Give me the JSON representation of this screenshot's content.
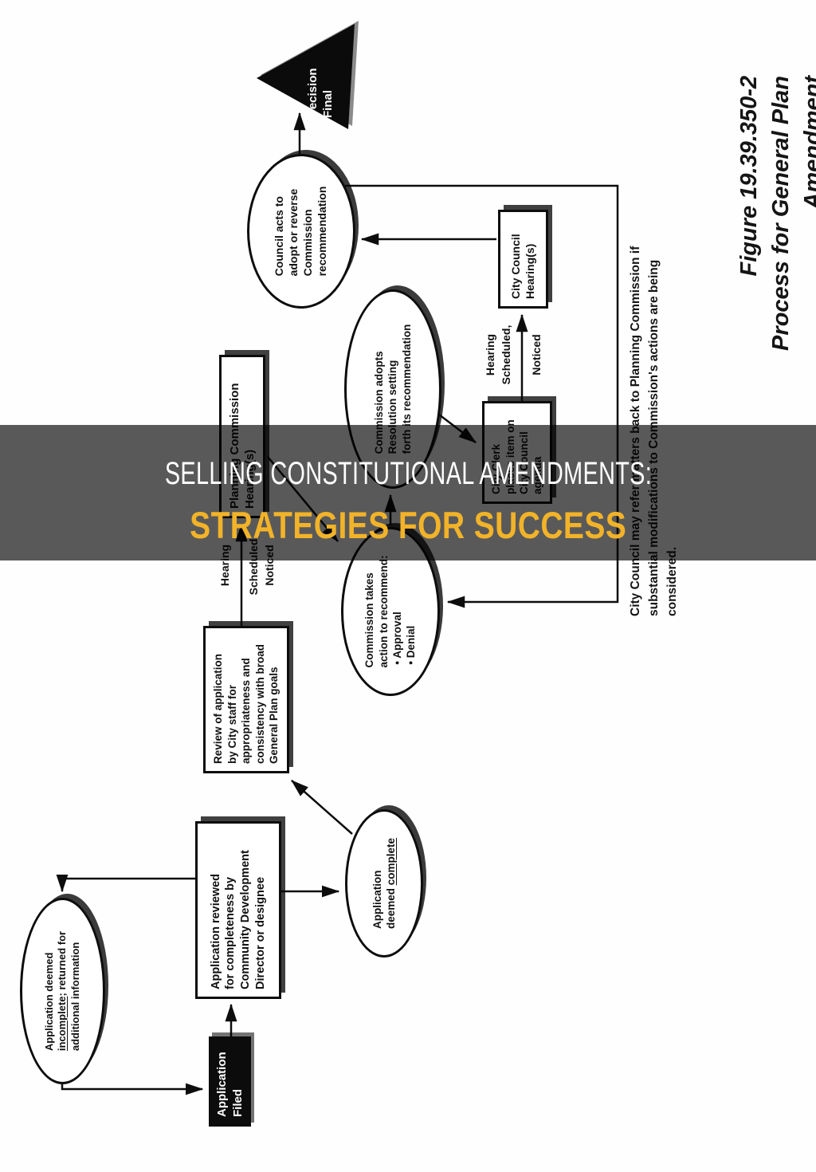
{
  "banner": {
    "line1": "SELLING CONSTITUTIONAL AMENDMENTS:",
    "line2": "STRATEGIES FOR SUCCESS",
    "accent_color": "#F2B329"
  },
  "figure": {
    "title_line1": "Figure 19.39.350-2",
    "title_line2": "Process for General Plan Amendment",
    "note": "City Council may refer matters back to Planning Commission if\nsubstantial modifications to Commission's actions are being\nconsidered.",
    "nodes": {
      "application_filed": "Application\nFiled",
      "application_reviewed": "Application reviewed\nfor completeness by\nCommunity Development\nDirector or designee",
      "incomplete_pre": "Application deemed\n",
      "incomplete_underlined": "incomplete",
      "incomplete_post": "; returned for\nadditional information",
      "complete_pre": "Application\ndeemed ",
      "complete_underlined": "complete",
      "review_application": "Review of application\nby City staff for\nappropriateness and\nconsistency with broad\nGeneral Plan goals",
      "planning_commission_hearing": "Planning Commission\nHearing(s)",
      "commission_takes_action": "Commission takes\naction to recommend:\n • Approval\n • Denial",
      "commission_adopts": "Commission adopts\nResolution setting\nforth its recommendation",
      "city_clerk": "City Clerk\nplaces item on\nCity Council\nagenda",
      "city_council_hearing": "City Council\nHearing(s)",
      "council_acts": "Council acts to\nadopt or reverse\nCommission\nrecommendation",
      "decision_final": "Decision\nFinal"
    },
    "labels": {
      "hearing_a1": "Hearing",
      "hearing_a2": "Scheduled,",
      "hearing_a3": "Noticed",
      "hearing_b1": "Hearing",
      "hearing_b2": "Scheduled,",
      "hearing_b3": "Noticed"
    }
  }
}
